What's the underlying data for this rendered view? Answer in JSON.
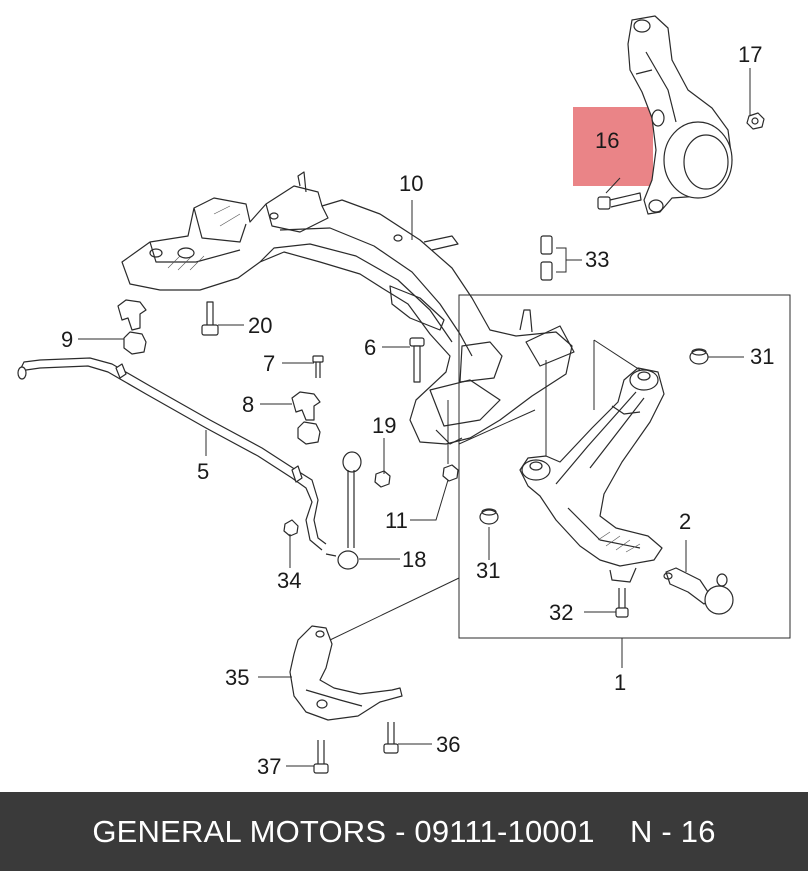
{
  "highlight": {
    "color": "#e8777a"
  },
  "callouts": {
    "c1": "1",
    "c2": "2",
    "c5": "5",
    "c6": "6",
    "c7": "7",
    "c8": "8",
    "c9": "9",
    "c10": "10",
    "c11": "11",
    "c16": "16",
    "c17": "17",
    "c18": "18",
    "c19": "19",
    "c20": "20",
    "c31a": "31",
    "c31b": "31",
    "c32": "32",
    "c33": "33",
    "c34": "34",
    "c35": "35",
    "c36": "36",
    "c37": "37"
  },
  "footer": {
    "brand": "GENERAL MOTORS",
    "separator": " - ",
    "part_number": "09111-10001",
    "gap": "    ",
    "ref": "N - 16"
  }
}
